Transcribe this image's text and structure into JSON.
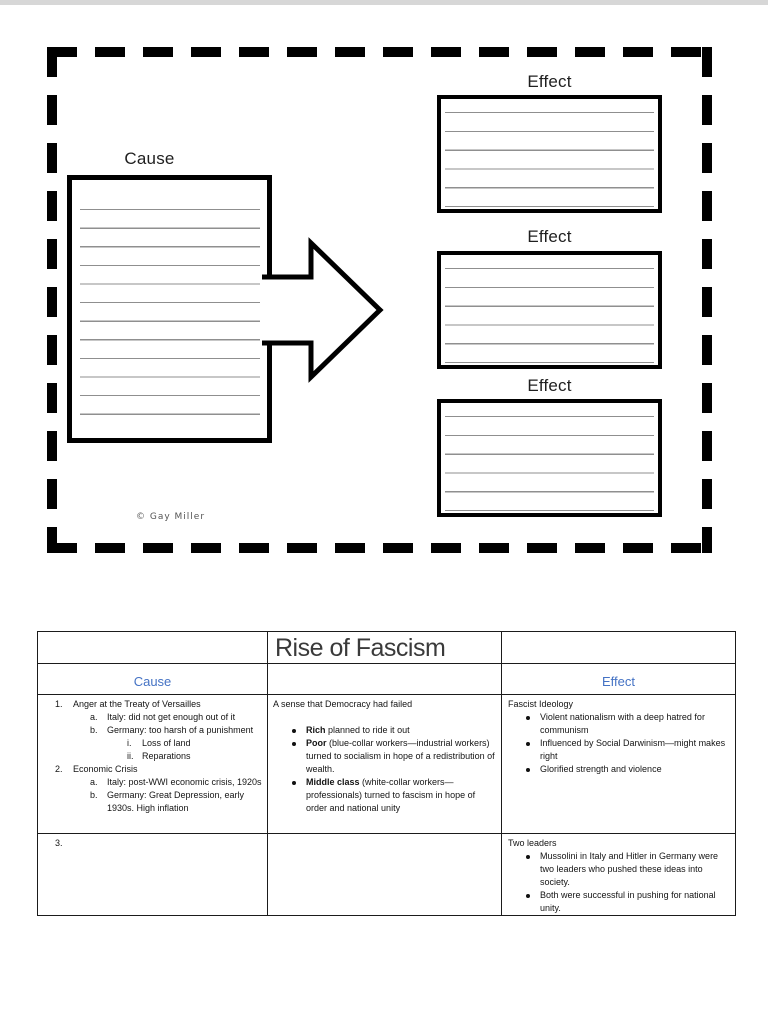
{
  "organizer": {
    "cause_label": "Cause",
    "effect_labels": [
      "Effect",
      "Effect",
      "Effect"
    ],
    "copyright": "© Gay Miller",
    "border_color": "#000000"
  },
  "table": {
    "title": "Rise of Fascism",
    "header_color": "#4472c4",
    "cause_header": "Cause",
    "effect_header": "Effect",
    "row1": {
      "cause_items": [
        {
          "marker": "1.",
          "text": "Anger at the Treaty of Versailles"
        },
        {
          "marker": "a.",
          "text": "Italy: did not get enough out of it"
        },
        {
          "marker": "b.",
          "text": "Germany: too harsh of a punishment"
        },
        {
          "marker": "i.",
          "text": "Loss of land"
        },
        {
          "marker": "ii.",
          "text": "Reparations"
        },
        {
          "marker": "2.",
          "text": "Economic Crisis"
        },
        {
          "marker": "a.",
          "text": "Italy: post-WWI economic crisis, 1920s"
        },
        {
          "marker": "b.",
          "text": "Germany: Great Depression, early 1930s. High inflation"
        }
      ],
      "center_heading": "A sense that Democracy had failed",
      "center_bullets": [
        {
          "lead": "Rich",
          "rest": " planned to ride it out"
        },
        {
          "lead": "Poor",
          "rest": " (blue-collar workers—industrial workers) turned to socialism in hope of a redistribution of wealth."
        },
        {
          "lead": "Middle class",
          "rest": " (white-collar workers—professionals) turned to fascism in hope of order and national unity"
        }
      ],
      "effect_heading": "Fascist Ideology",
      "effect_bullets": [
        "Violent nationalism with a deep hatred for communism",
        "Influenced by Social Darwinism—might makes right",
        "Glorified strength and violence"
      ]
    },
    "row2": {
      "cause_marker": "3.",
      "effect_heading": "Two leaders",
      "effect_bullets": [
        "Mussolini in Italy and Hitler in Germany were two leaders who pushed these ideas into society.",
        "Both were successful in pushing for national unity."
      ]
    }
  }
}
